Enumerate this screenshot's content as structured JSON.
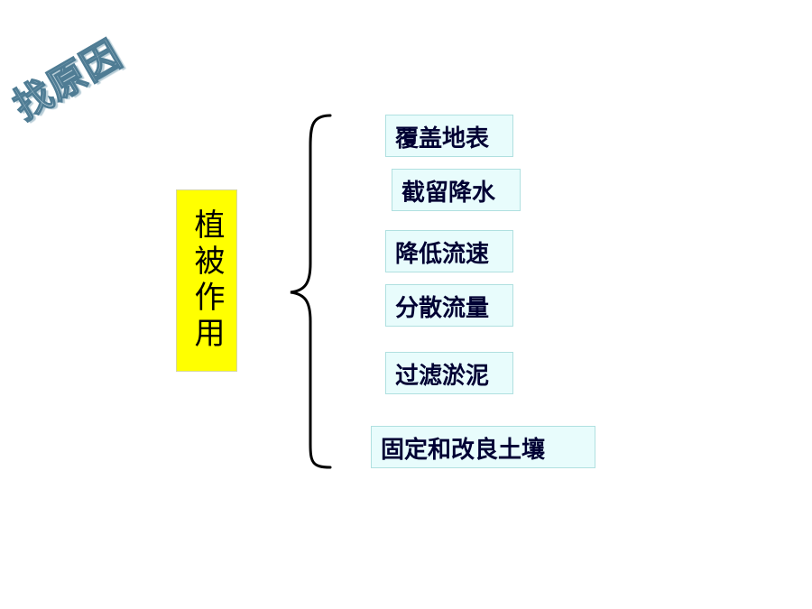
{
  "wordart_title": "找原因",
  "main_label": "植被作用",
  "items": [
    "覆盖地表",
    "截留降水",
    "降低流速",
    "分散流量",
    "过滤淤泥",
    "固定和改良土壤"
  ],
  "colors": {
    "main_box": "#ffff00",
    "item_box": "#e8fcfc",
    "item_text": "#000033",
    "brace": "#000000"
  }
}
